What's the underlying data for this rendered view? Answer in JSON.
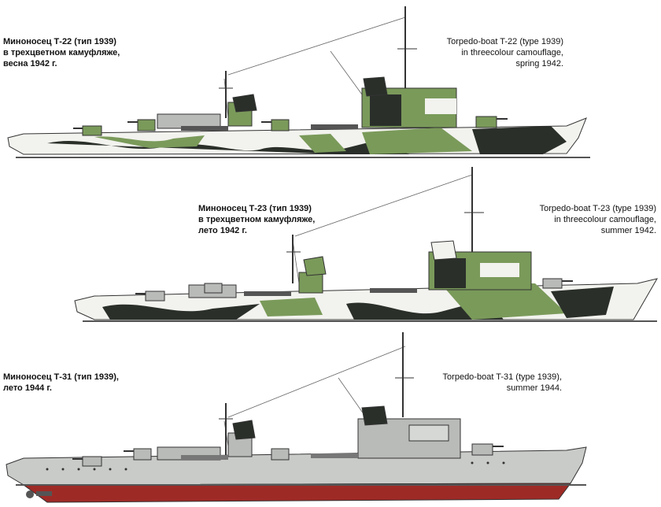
{
  "ships": [
    {
      "caption_ru": "Миноносец Т-22 (тип 1939)\nв трехцветном камуфляже,\nвесна 1942 г.",
      "caption_en": "Torpedo-boat T-22 (type 1939)\nin threecolour camouflage,\nspring 1942.",
      "scheme": "camouflage"
    },
    {
      "caption_ru": "Миноносец Т-23 (тип 1939)\nв трехцветном камуфляже,\nлето 1942 г.",
      "caption_en": "Torpedo-boat T-23 (type 1939)\nin threecolour camouflage,\nsummer 1942.",
      "scheme": "camouflage"
    },
    {
      "caption_ru": "Миноносец Т-31 (тип 1939),\nлето 1944 г.",
      "caption_en": "Torpedo-boat T-31 (type 1939),\nsummer 1944.",
      "scheme": "grey-red-hull"
    }
  ],
  "colors": {
    "camo_green": "#7a9a5a",
    "camo_dark": "#2a2f2a",
    "camo_white": "#f2f2ee",
    "hull_grey": "#c9cbc8",
    "superstructure_grey": "#b9bbb8",
    "hull_red": "#9e2a26",
    "waterline": "#555555"
  }
}
